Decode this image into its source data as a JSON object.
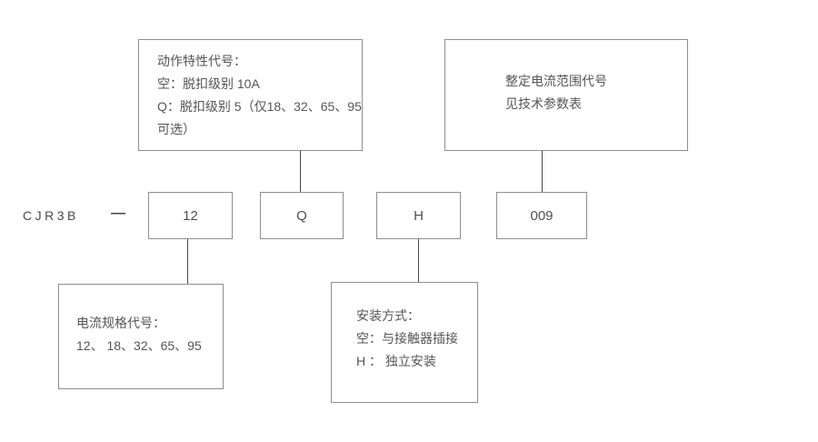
{
  "colors": {
    "background": "#ffffff",
    "box_border": "#8f8f8f",
    "connector_line": "#4a4a4a",
    "text": "#555555"
  },
  "model": {
    "prefix": "CJR3B",
    "dash": "—"
  },
  "codes": {
    "current_spec": "12",
    "trip_class": "Q",
    "mounting": "H",
    "current_range": "009"
  },
  "callouts": {
    "trip_class": {
      "lines": [
        "动作特性代号：",
        "空：脱扣级别 10A",
        "Q：脱扣级别 5（仅18、32、65、95",
        "可选）"
      ]
    },
    "current_range": {
      "lines": [
        "整定电流范围代号",
        "见技术参数表"
      ]
    },
    "current_spec": {
      "lines": [
        "电流规格代号：",
        "12、 18、32、65、95"
      ]
    },
    "mounting": {
      "lines": [
        "安装方式：",
        "空：与接触器插接",
        "H ： 独立安装"
      ]
    }
  }
}
